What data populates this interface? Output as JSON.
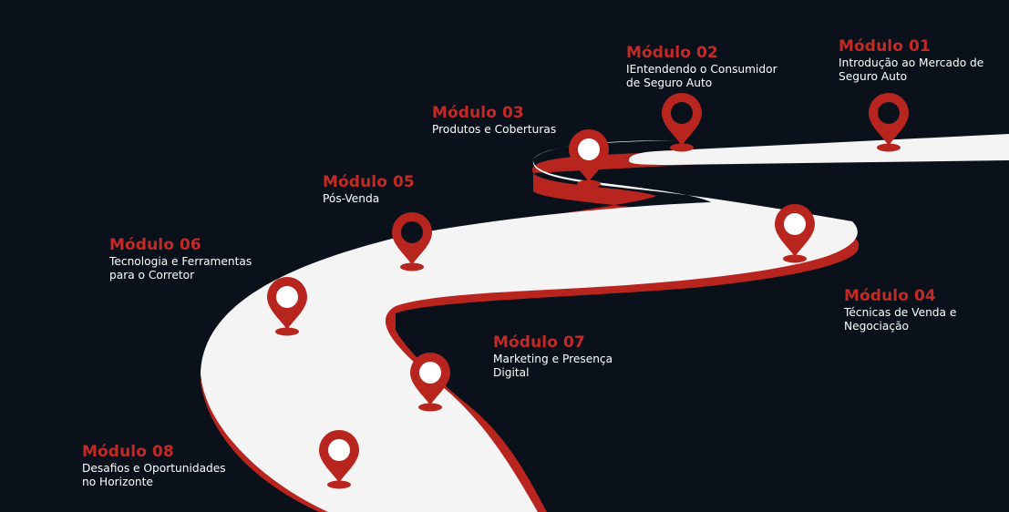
{
  "colors": {
    "background": "#0a111b",
    "road": "#f4f4f4",
    "road_edge": "#b8251f",
    "accent": "#c32a25",
    "pin": "#b8251f",
    "pin_dark_hole": "#0a111b",
    "text": "#ffffff"
  },
  "modules": [
    {
      "title": "Módulo 01",
      "description": "Introdução ao Mercado de\nSeguro Auto"
    },
    {
      "title": "Módulo 02",
      "description": "IEntendendo o Consumidor\nde Seguro Auto"
    },
    {
      "title": "Módulo 03",
      "description": "Produtos e Coberturas"
    },
    {
      "title": "Módulo 04",
      "description": "Técnicas de Venda e\nNegociação"
    },
    {
      "title": "Módulo 05",
      "description": "Pós-Venda"
    },
    {
      "title": "Módulo 06",
      "description": "Tecnologia e Ferramentas\npara o Corretor"
    },
    {
      "title": "Módulo 07",
      "description": "Marketing e Presença\nDigital"
    },
    {
      "title": "Módulo 08",
      "description": "Desafios e Oportunidades\nno Horizonte"
    }
  ],
  "pins": [
    {
      "icon": "map-pin-icon",
      "style": "dark-hole"
    },
    {
      "icon": "map-pin-icon",
      "style": "dark-hole"
    },
    {
      "icon": "map-pin-icon",
      "style": "white-hole"
    },
    {
      "icon": "map-pin-icon",
      "style": "white-hole"
    },
    {
      "icon": "map-pin-icon",
      "style": "dark-hole"
    },
    {
      "icon": "map-pin-icon",
      "style": "white-hole"
    },
    {
      "icon": "map-pin-icon",
      "style": "white-hole"
    },
    {
      "icon": "map-pin-icon",
      "style": "white-hole"
    }
  ]
}
